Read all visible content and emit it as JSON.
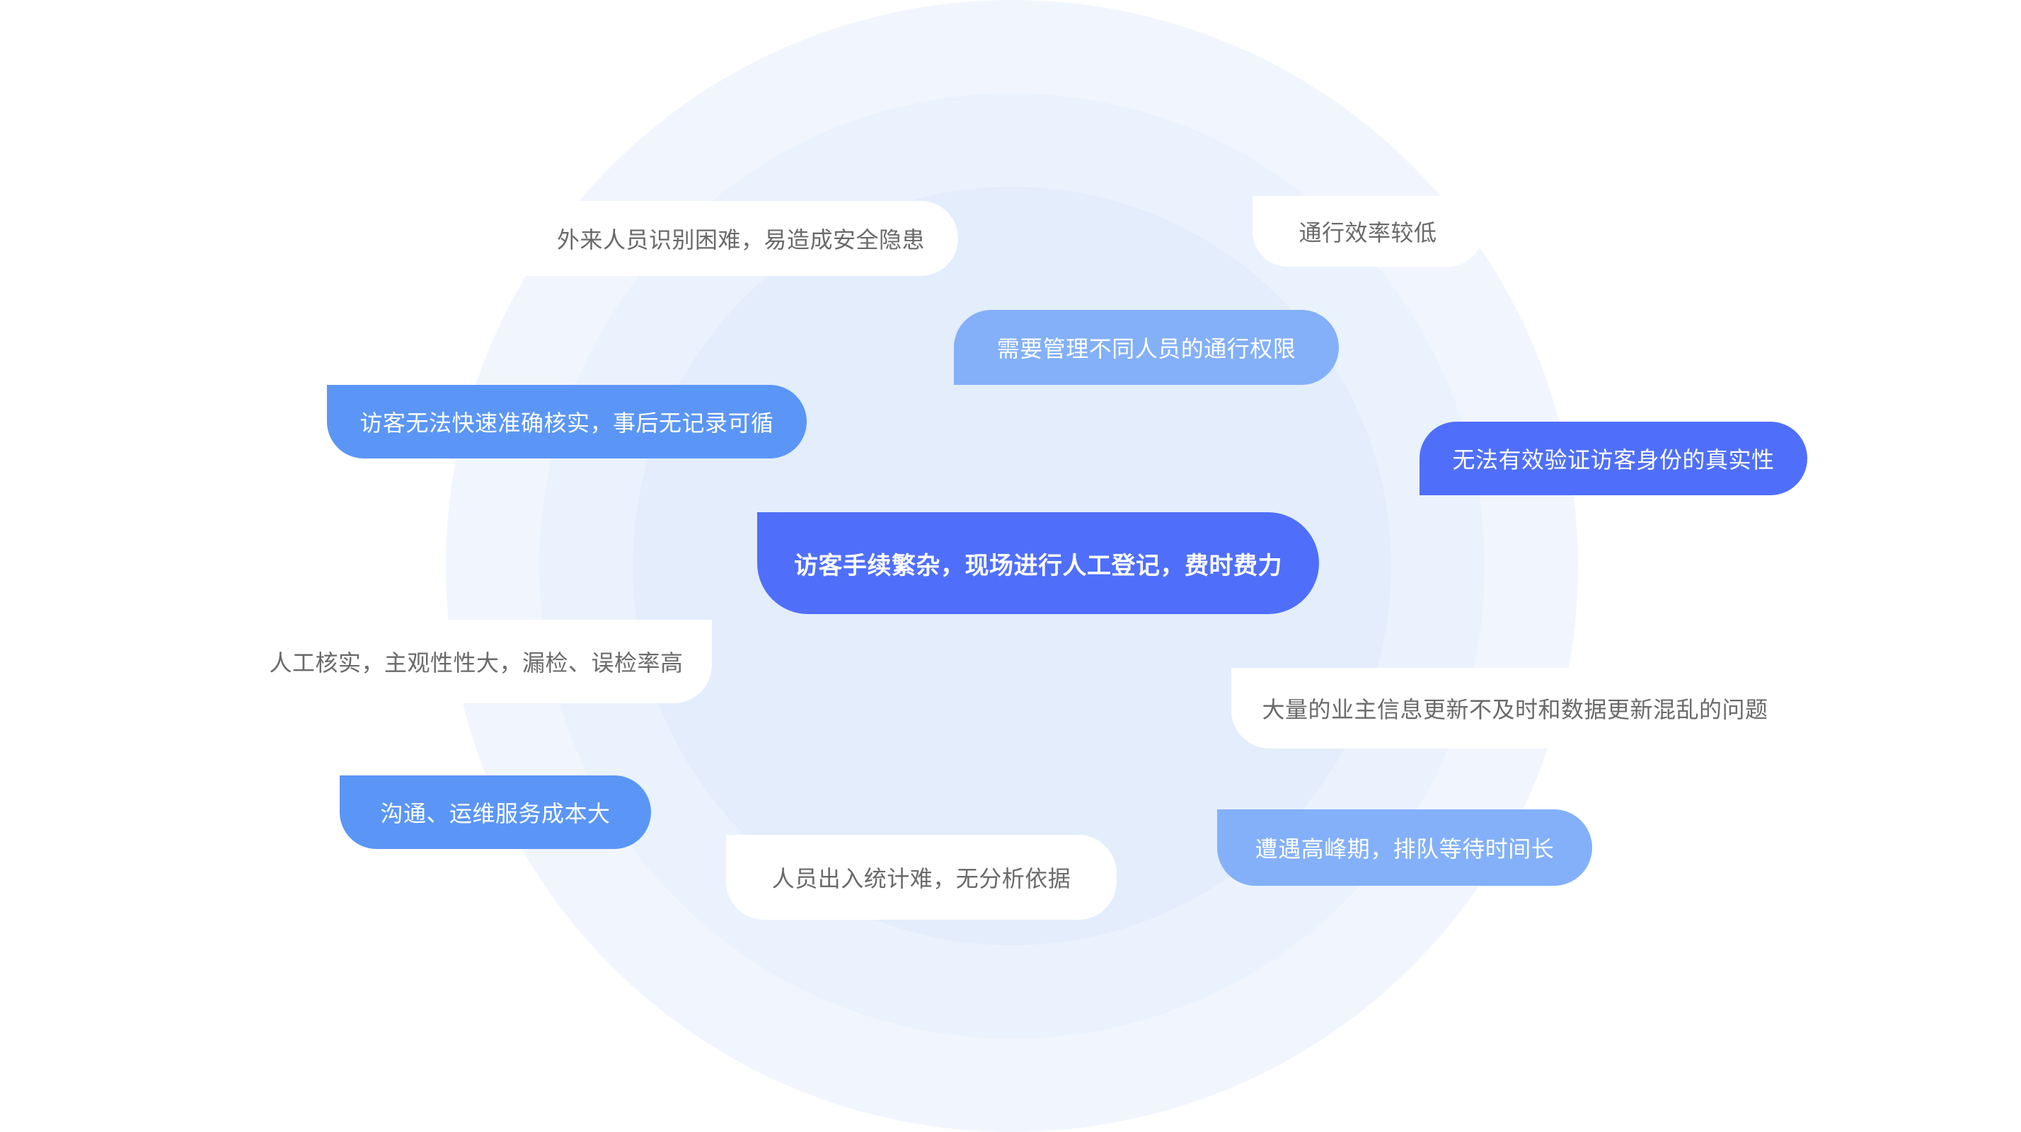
{
  "diagram": {
    "center": "访客手续繁杂，现场进行人工登记，费时费力",
    "issues": [
      "外来人员识别困难，易造成安全隐患",
      "通行效率较低",
      "需要管理不同人员的通行权限",
      "访客无法快速准确核实，事后无记录可循",
      "无法有效验证访客身份的真实性",
      "人工核实，主观性性大，漏检、误检率高",
      "大量的业主信息更新不及时和数据更新混乱的问题",
      "沟通、运维服务成本大",
      "人员出入统计难，无分析依据",
      "遭遇高峰期，排队等待时间长"
    ]
  },
  "colors": {
    "white_bubble": "#ffffff",
    "white_text": "#6a6a6a",
    "blue_mid": "#5b96f6",
    "blue_light": "#83b0f9",
    "blue_deep": "#4f6ffb",
    "ring_outer": "#f1f6fe",
    "ring_mid": "#eaf2fd",
    "ring_inner": "#e3edfc"
  }
}
